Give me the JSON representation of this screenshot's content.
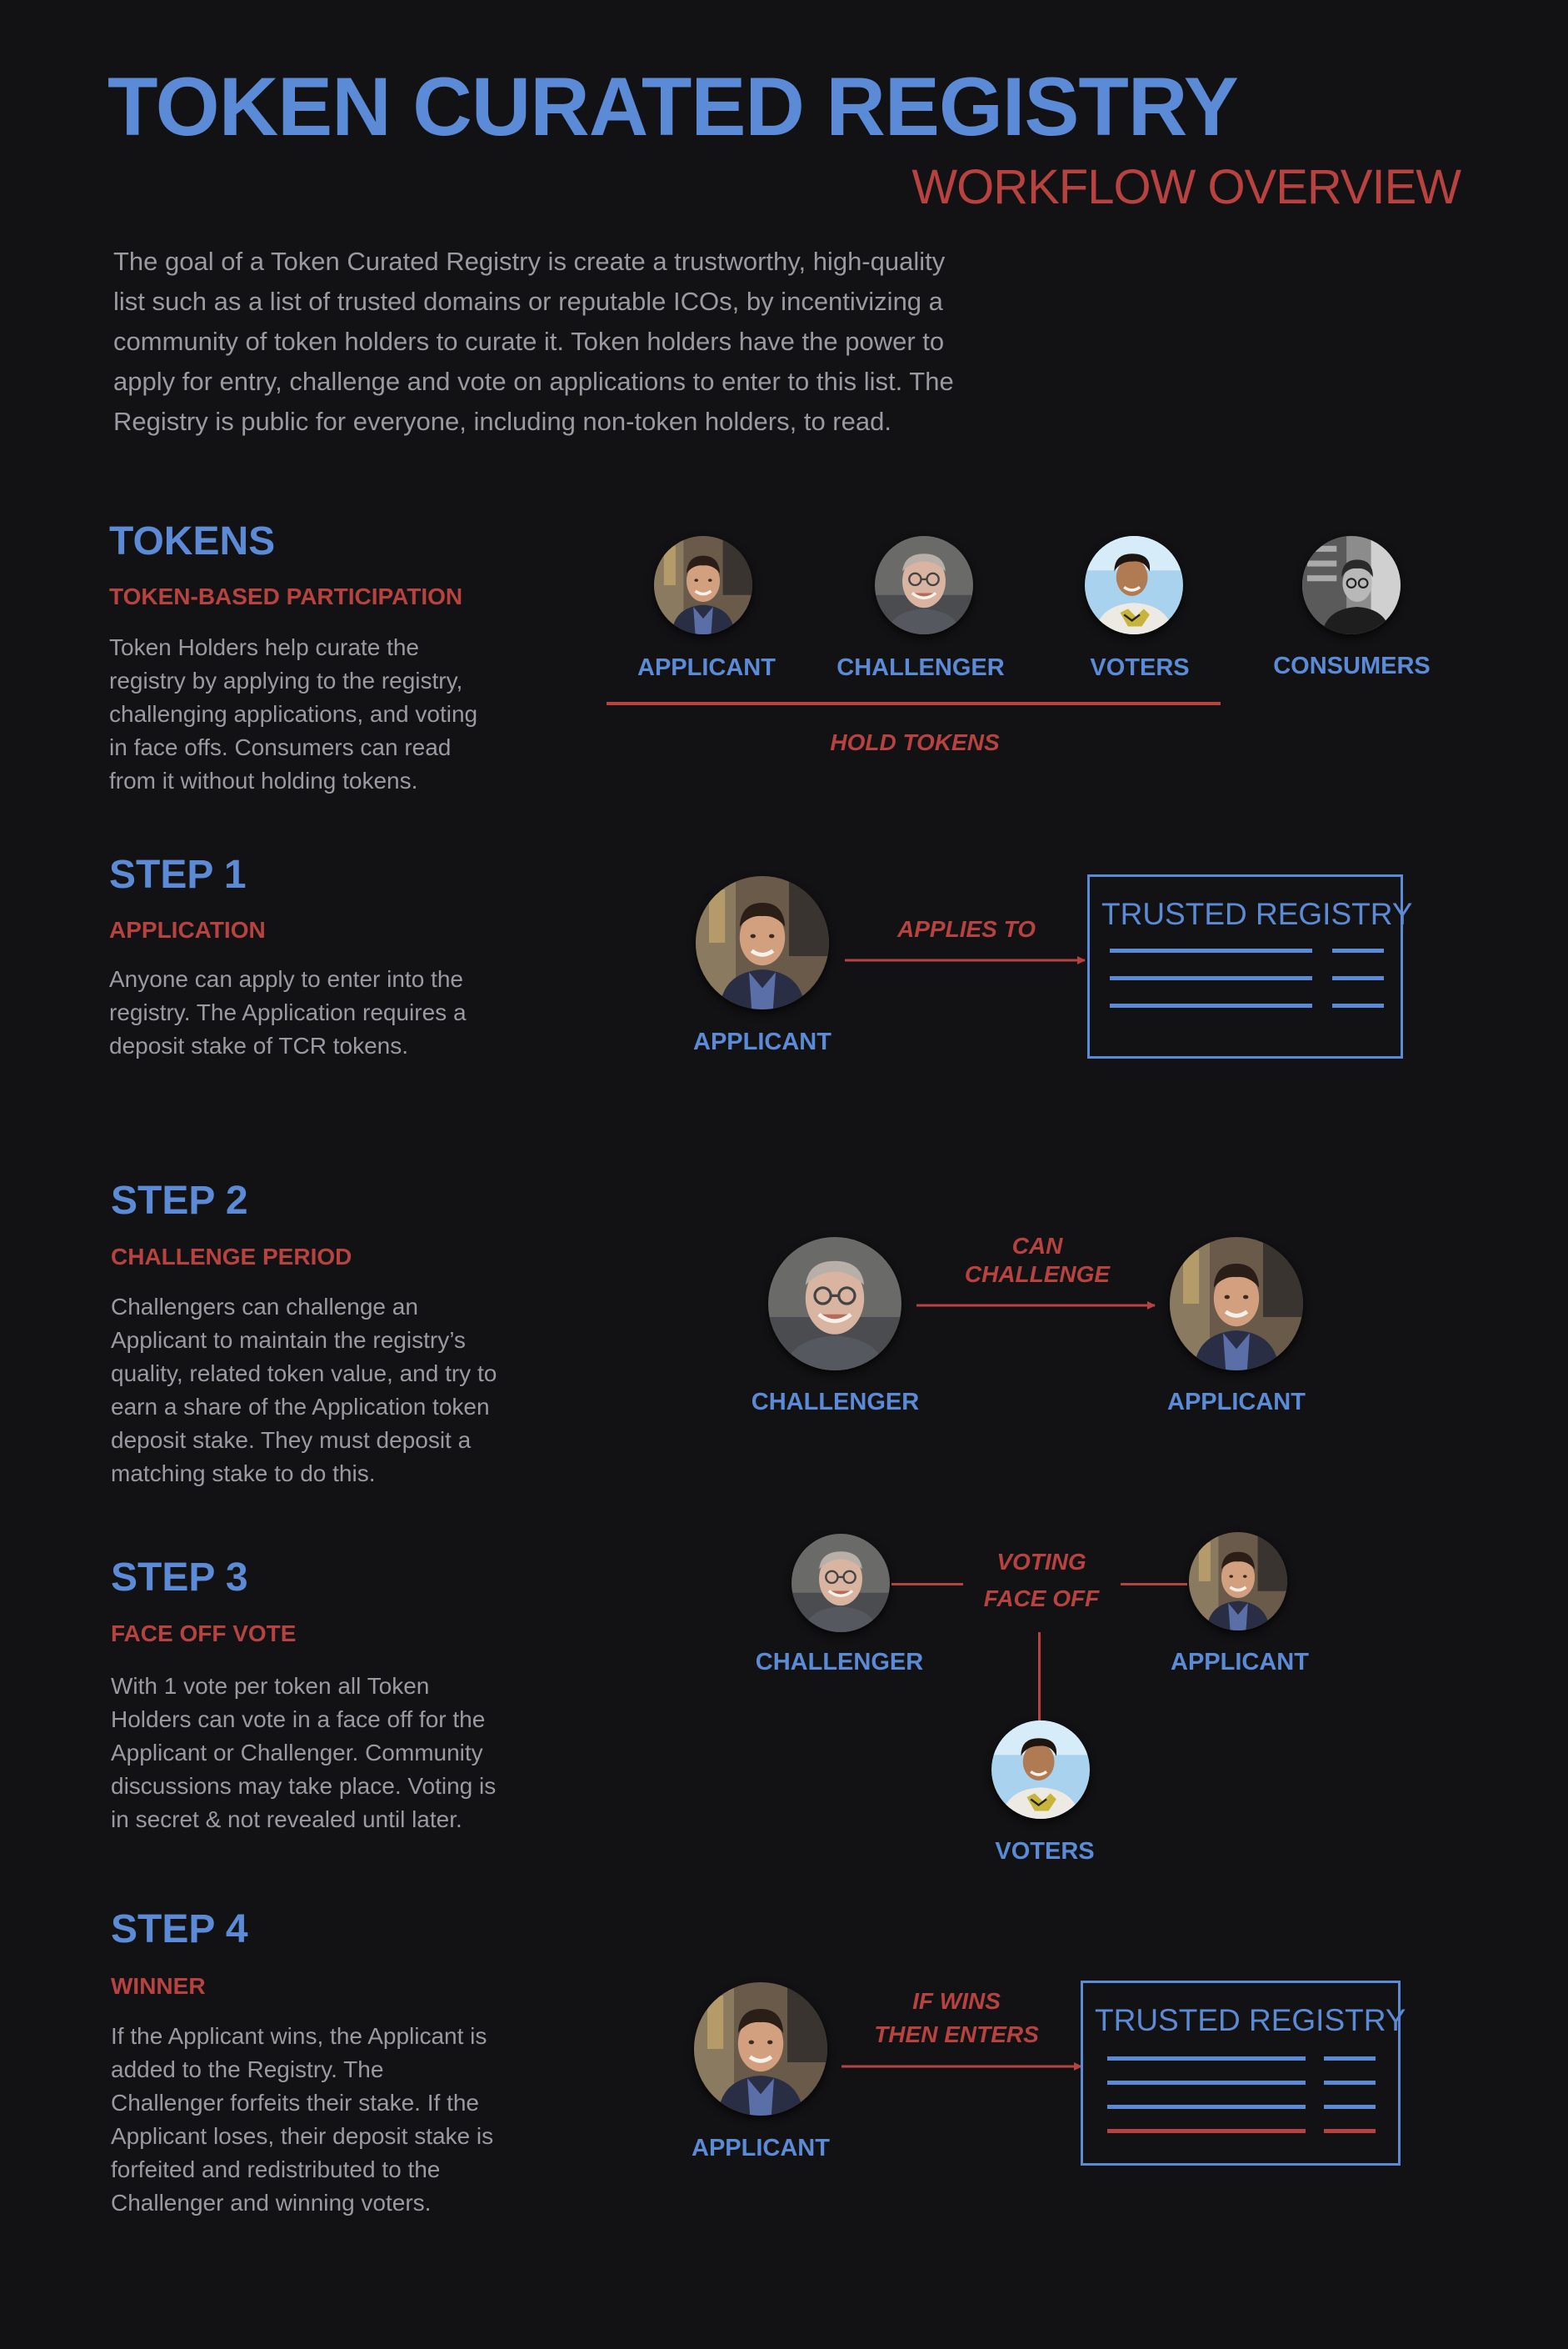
{
  "header": {
    "title": "TOKEN CURATED REGISTRY",
    "subtitle": "WORKFLOW OVERVIEW",
    "intro": "The goal of a Token Curated Registry is create a trustworthy, high-quality list such as a list of trusted domains or reputable ICOs, by incentivizing a community of token holders to curate it. Token holders have the power to apply for entry, challenge and vote on applications to enter to this list. The Registry is public for everyone, including non-token holders, to read."
  },
  "tokens": {
    "heading": "TOKENS",
    "subheading": "TOKEN-BASED PARTICIPATION",
    "body": "Token Holders help curate the registry by applying to the registry, challenging applications, and voting in face offs. Consumers can read from it without holding tokens.",
    "roles": [
      "APPLICANT",
      "CHALLENGER",
      "VOTERS",
      "CONSUMERS"
    ],
    "hold_label": "HOLD TOKENS"
  },
  "step1": {
    "heading": "STEP 1",
    "subheading": "APPLICATION",
    "body": "Anyone can apply to enter into the registry. The Application requires a deposit stake of TCR tokens.",
    "arrow_label": "APPLIES TO",
    "actor": "APPLICANT",
    "registry_title": "TRUSTED REGISTRY"
  },
  "step2": {
    "heading": "STEP 2",
    "subheading": "CHALLENGE PERIOD",
    "body": "Challengers can challenge an Applicant to maintain the registry’s quality, related token value, and try to earn a share of the Application token deposit stake. They must deposit a matching stake to do this.",
    "arrow_label_1": "CAN",
    "arrow_label_2": "CHALLENGE",
    "from": "CHALLENGER",
    "to": "APPLICANT"
  },
  "step3": {
    "heading": "STEP 3",
    "subheading": "FACE OFF VOTE",
    "body": "With 1 vote per token all Token Holders can vote in a face off for the Applicant or Challenger. Community discussions may take place. Voting is in secret & not revealed until later.",
    "center_label_1": "VOTING",
    "center_label_2": "FACE OFF",
    "left": "CHALLENGER",
    "right": "APPLICANT",
    "bottom": "VOTERS"
  },
  "step4": {
    "heading": "STEP 4",
    "subheading": "WINNER",
    "body": "If the Applicant wins, the Applicant is added to the Registry. The Challenger forfeits their stake. If the Applicant loses, their deposit stake is forfeited and redistributed to the Challenger and winning voters.",
    "arrow_label_1": "IF WINS",
    "arrow_label_2": "THEN ENTERS",
    "actor": "APPLICANT",
    "registry_title": "TRUSTED REGISTRY"
  },
  "colors": {
    "background": "#121214",
    "blue": "#5b8bd6",
    "red": "#b8423f",
    "gray_text": "#9a9aa0"
  }
}
